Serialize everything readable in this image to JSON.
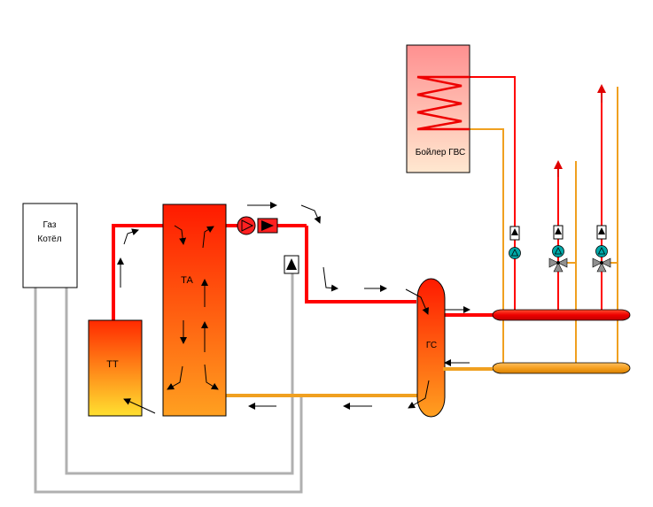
{
  "labels": {
    "gas_boiler": [
      "Газ",
      "Котёл"
    ],
    "heat_accumulator": "ТА",
    "solid_fuel_boiler": "ТТ",
    "hydraulic_separator": "ГС",
    "dhw_boiler": "Бойлер  ГВС"
  },
  "colors": {
    "hot": "#ff0000",
    "cold": "#f0a020",
    "grey": "#b0b0b0",
    "pump": "#00a8a8"
  },
  "icons": [
    "pump-icon",
    "check-valve-icon",
    "three-way-valve-icon",
    "flow-arrow-icon",
    "coil-icon"
  ]
}
